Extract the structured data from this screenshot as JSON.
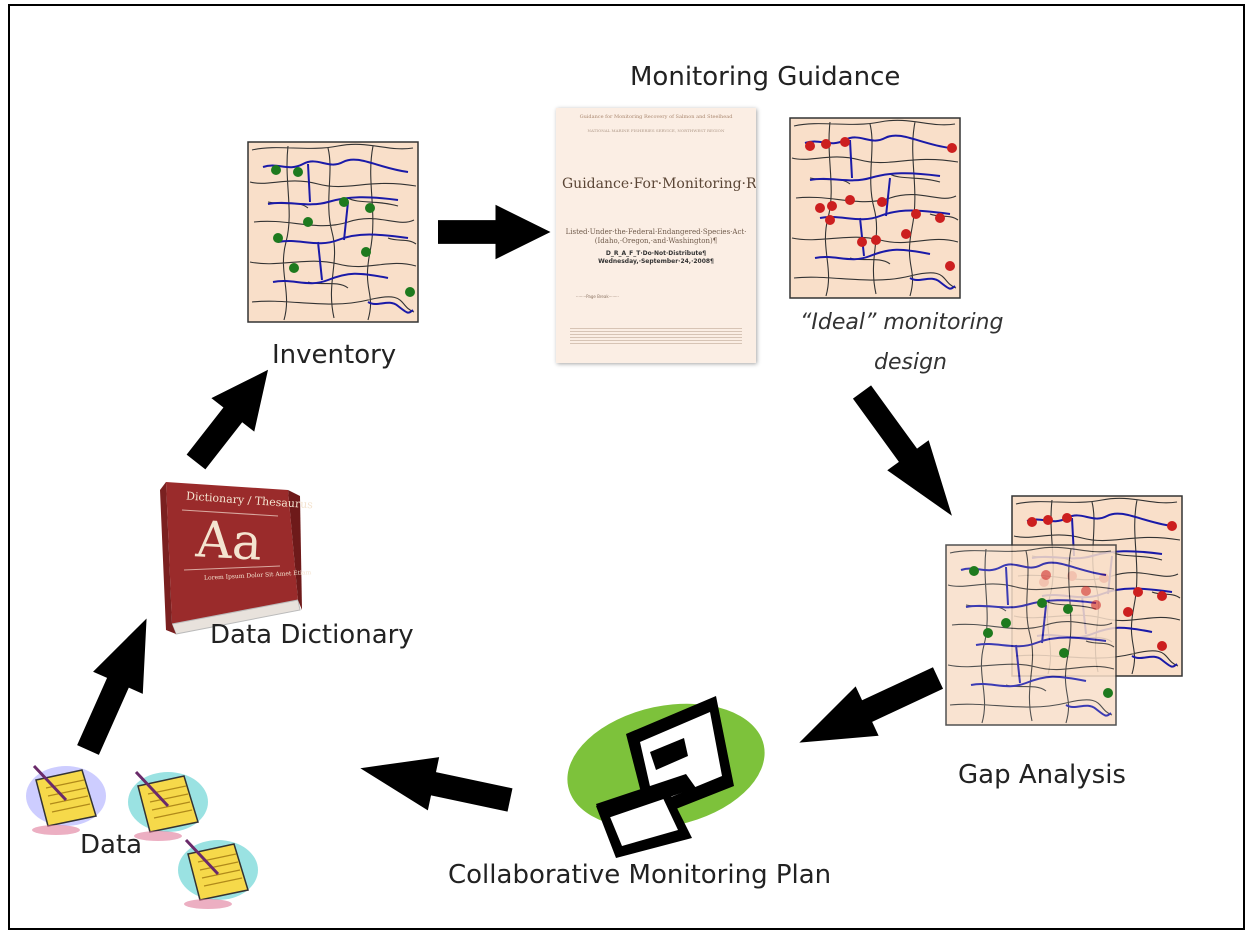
{
  "labels": {
    "monitoring_guidance": "Monitoring Guidance",
    "inventory": "Inventory",
    "ideal_line1": "“Ideal” monitoring",
    "ideal_line2": "design",
    "gap_analysis": "Gap Analysis",
    "collaborative_plan": "Collaborative Monitoring Plan",
    "data_dictionary": "Data Dictionary",
    "data": "Data"
  },
  "guidance_doc": {
    "header": "Guidance for Monitoring Recovery of Salmon and Steelhead",
    "subheader": "NATIONAL MARINE FISHERIES SERVICE, NORTHWEST REGION",
    "title": "Guidance·For·Monitoring·Recovery·of·Salmon·and·Steelhead·¤",
    "subtitle": "Listed·Under·the·Federal·Endangered·Species·Act· (Idaho,·Oregon,·and·Washington)¶",
    "draft": "D_R_A_F_T·Do·Not·Distribute¶ Wednesday,·September·24,·2008¶",
    "page_break": "········Page Break········"
  },
  "book": {
    "cover_header": "Dictionary / Thesaurus",
    "cover_big": "Aa",
    "cover_sub": "Lorem Ipsum Dolor Sit Amet Etiam"
  },
  "colors": {
    "map_bg": "#f9dfc9",
    "stream": "#1a1aa8",
    "inventory_site": "#1e7a1e",
    "ideal_site": "#cc1f1f",
    "arrow": "#000000",
    "book_red": "#9a2b2b",
    "blob_green": "#7dc23b"
  },
  "icons": [
    "arrow-icon",
    "map-icon",
    "document-icon",
    "book-icon",
    "computer-icon",
    "notepad-icon"
  ]
}
